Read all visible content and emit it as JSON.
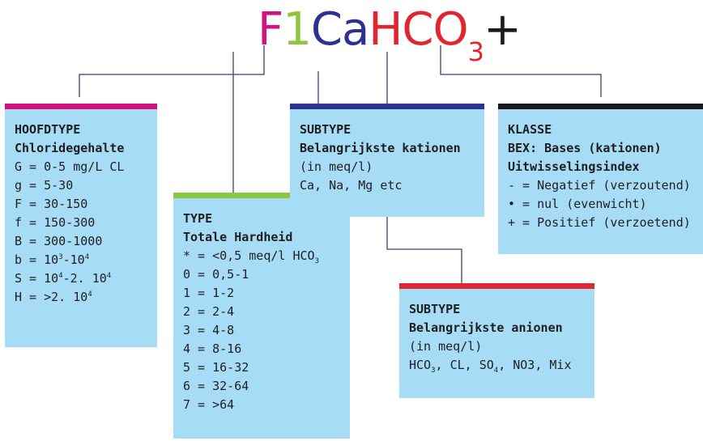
{
  "formula": {
    "parts": [
      {
        "text": "F",
        "color": "#d1127f"
      },
      {
        "text": "1",
        "color": "#8dc63f"
      },
      {
        "text": "Ca",
        "color": "#2e3192"
      },
      {
        "text": "HCO",
        "color": "#e0262e"
      },
      {
        "text": "3",
        "color": "#e0262e",
        "sub": true
      },
      {
        "text": "+",
        "color": "#1a1a1a"
      }
    ]
  },
  "colors": {
    "hoofdtype": "#d1127f",
    "type": "#8dc63f",
    "subtype_kationen": "#2e3192",
    "subtype_anionen": "#e0262e",
    "klasse": "#1a1a1a",
    "box_fill": "#a6dcf5",
    "connector": "#3f3f7a"
  },
  "hoofdtype": {
    "title": "HOOFDTYPE",
    "subtitle": "Chloridegehalte",
    "rows": [
      {
        "text": "G = 0-5 mg/L CL"
      },
      {
        "text": "g = 5-30"
      },
      {
        "text": "F = 30-150"
      },
      {
        "text": "f = 150-300"
      },
      {
        "text": "B = 300-1000"
      },
      {
        "text": "b = 10",
        "sup": "3",
        "after": "-10",
        "sup2": "4"
      },
      {
        "text": "S = 10",
        "sup": "4",
        "after": "-2. 10",
        "sup2": "4"
      },
      {
        "text": "H = >2. 10",
        "sup": "4"
      }
    ]
  },
  "type": {
    "title": "TYPE",
    "subtitle": "Totale Hardheid",
    "rows": [
      {
        "text": "* = <0,5 meq/l HCO",
        "sub": "3"
      },
      {
        "text": "0 = 0,5-1"
      },
      {
        "text": "1 = 1-2"
      },
      {
        "text": "2 = 2-4"
      },
      {
        "text": "3 = 4-8"
      },
      {
        "text": "4 = 8-16"
      },
      {
        "text": "5 = 16-32"
      },
      {
        "text": "6 = 32-64"
      },
      {
        "text": "7 = >64"
      }
    ]
  },
  "subtype_kationen": {
    "title": "SUBTYPE",
    "subtitle": "Belangrijkste kationen",
    "rows": [
      {
        "text": "(in meq/l)"
      },
      {
        "text": "Ca, Na, Mg etc"
      }
    ]
  },
  "subtype_anionen": {
    "title": "SUBTYPE",
    "subtitle": "Belangrijkste anionen",
    "rows": [
      {
        "text": "(in meq/l)"
      },
      {
        "text": "HCO",
        "sub": "3",
        "after": ", CL, SO",
        "sub2": "4",
        "after2": ", NO3, Mix"
      }
    ]
  },
  "klasse": {
    "title": "KLASSE",
    "subtitle": "BEX: Bases (kationen)",
    "subtitle2": "Uitwisselingsindex",
    "rows": [
      {
        "text": "- = Negatief (verzoutend)"
      },
      {
        "text": "• = nul (evenwicht)"
      },
      {
        "text": "+ = Positief (verzoetend)"
      }
    ]
  }
}
